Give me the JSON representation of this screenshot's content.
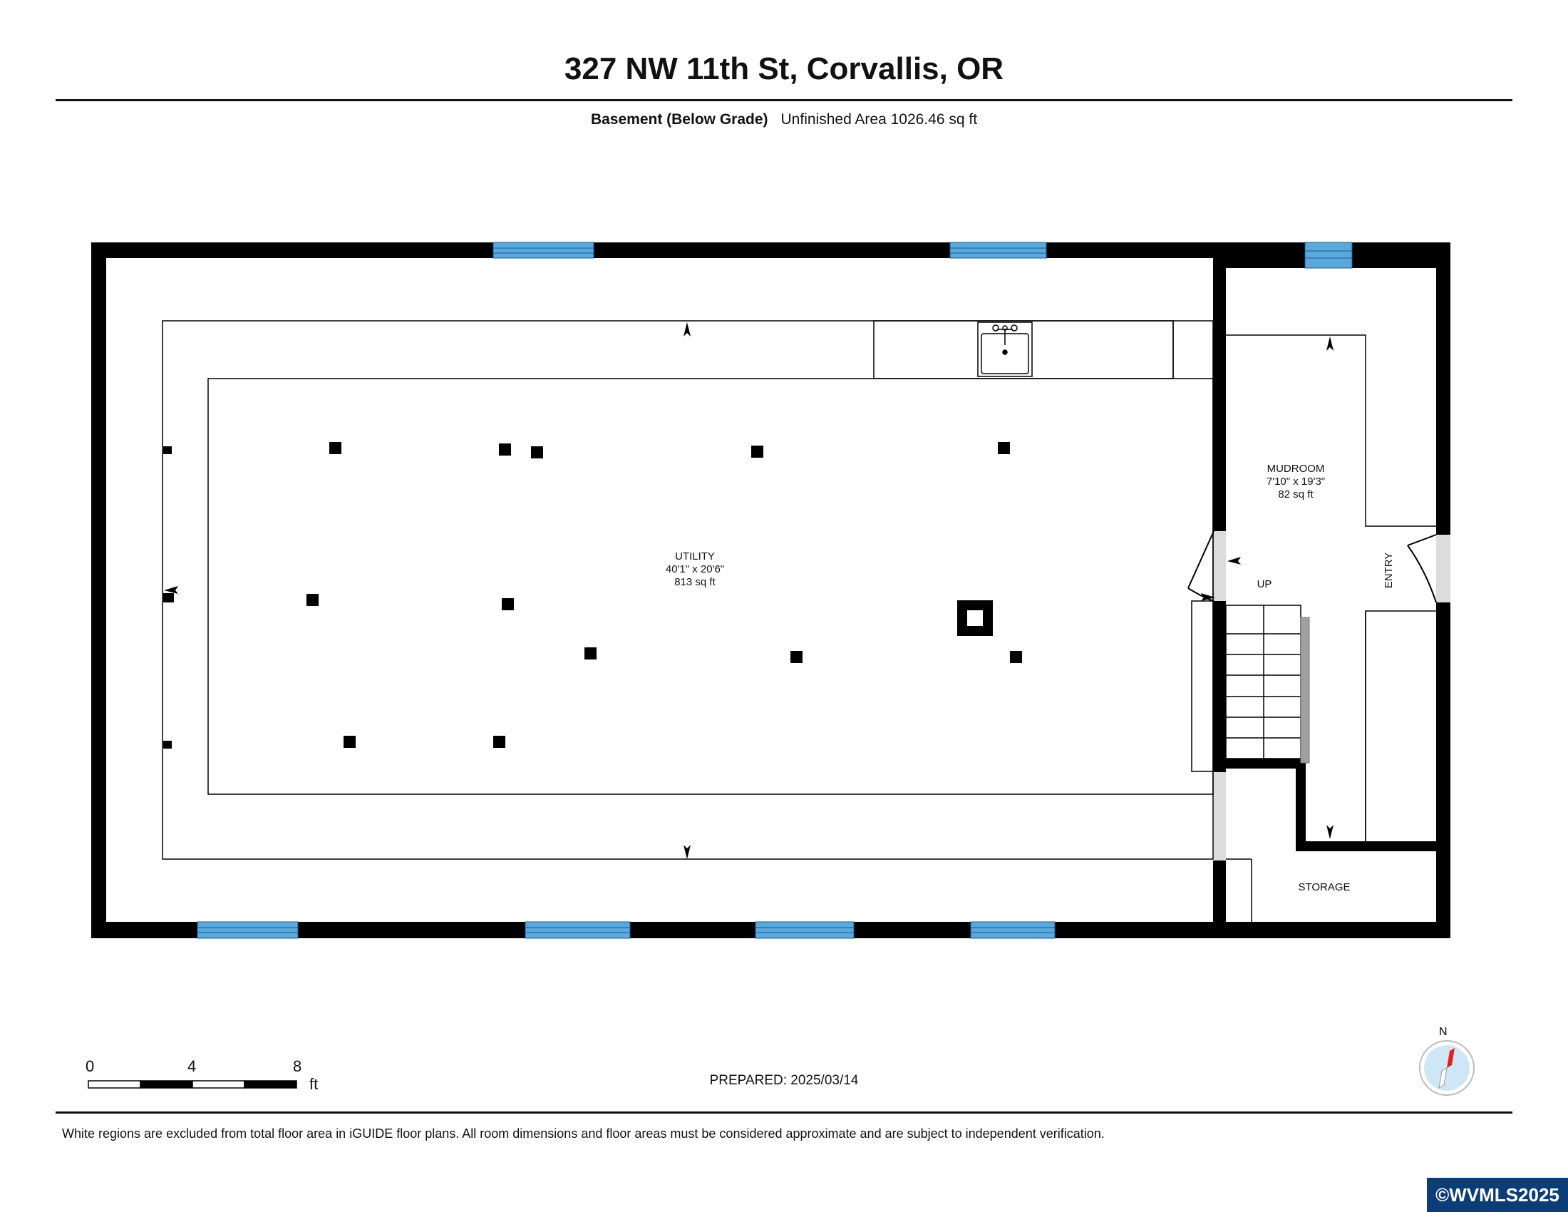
{
  "header": {
    "address": "327 NW 11th St, Corvallis, OR",
    "level": "Basement (Below Grade)",
    "area": "Unfinished Area 1026.46 sq ft"
  },
  "rooms": {
    "utility": {
      "name": "UTILITY",
      "dims": "40'1\" x 20'6\"",
      "area": "813 sq ft"
    },
    "mudroom": {
      "name": "MUDROOM",
      "dims": "7'10\" x 19'3\"",
      "area": "82 sq ft"
    },
    "up": "UP",
    "entry": "ENTRY",
    "storage": "STORAGE"
  },
  "scale_bar": {
    "ticks": [
      "0",
      "4",
      "8"
    ],
    "unit": "ft"
  },
  "prepared": "PREPARED: 2025/03/14",
  "compass": {
    "north_label": "N"
  },
  "disclaimer": "White regions are excluded from total floor area in iGUIDE floor plans. All room dimensions and floor areas must be considered approximate and are subject to independent verification.",
  "watermark": "©WVMLS2025",
  "colors": {
    "wall": "#000000",
    "window": "#5aa8dc",
    "door_gap": "#dcdcdc",
    "badge": "#0d3d77"
  }
}
